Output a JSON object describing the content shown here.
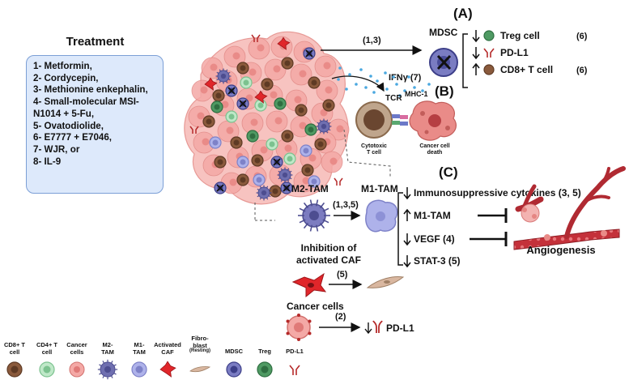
{
  "treatment": {
    "title": "Treatment",
    "items": [
      "1- Metformin,",
      "2- Cordycepin,",
      "3- Methionine enkephalin,",
      "4- Small-molecular MSI-",
      "N1014 + 5-Fu,",
      "5- Ovatodiolide,",
      "6- E7777 + E7046,",
      "7- WJR, or",
      "8- IL-9"
    ]
  },
  "panel_a": {
    "label": "(A)",
    "arrow_label": "(1,3)",
    "cell": "MDSC",
    "effects": [
      {
        "direction": "down",
        "text": "Treg cell",
        "ref": "(6)"
      },
      {
        "direction": "down",
        "text": "PD-L1",
        "ref": ""
      },
      {
        "direction": "up",
        "text": "CD8+ T cell",
        "ref": "(6)"
      }
    ]
  },
  "panel_b": {
    "label": "(B)",
    "ifn_label": "IFNγ (7)",
    "tcr": "TCR",
    "mhc": "MHC-1",
    "tcell_caption": [
      "Cytotoxic",
      "T cell"
    ],
    "death_caption": [
      "Cancer cell",
      "death"
    ]
  },
  "panel_c": {
    "label": "(C)",
    "m2": "M2-TAM",
    "m1": "M1-TAM",
    "macro_ref": "(1,3,5)",
    "effects": [
      {
        "direction": "down",
        "text": "Immunosuppressive cytokines (3, 5)"
      },
      {
        "direction": "up",
        "text": "M1-TAM"
      },
      {
        "direction": "down",
        "text": "VEGF (4)"
      },
      {
        "direction": "down",
        "text": "STAT-3 (5)"
      }
    ],
    "angiogenesis": "Angiogenesis",
    "caf_title": [
      "Inhibition of",
      "activated CAF"
    ],
    "caf_ref": "(5)",
    "cancer_title": "Cancer cells",
    "cancer_ref": "(2)",
    "cancer_effect": "PD-L1"
  },
  "legend": [
    {
      "name": "CD8+ T cell",
      "lines": [
        "CD8+ T",
        "cell"
      ]
    },
    {
      "name": "CD4+ T cell",
      "lines": [
        "CD4+ T",
        "cell"
      ]
    },
    {
      "name": "Cancer cells",
      "lines": [
        "Cancer",
        "cells"
      ]
    },
    {
      "name": "M2-TAM",
      "lines": [
        "M2-",
        "TAM"
      ]
    },
    {
      "name": "M1-TAM",
      "lines": [
        "M1-",
        "TAM"
      ]
    },
    {
      "name": "Activated CAF",
      "lines": [
        "Activated",
        "CAF"
      ]
    },
    {
      "name": "Fibroblast (Resting)",
      "lines": [
        "Fibro-",
        "blast",
        "(Resting)"
      ]
    },
    {
      "name": "MDSC",
      "lines": [
        "MDSC"
      ]
    },
    {
      "name": "Treg",
      "lines": [
        "Treg"
      ]
    },
    {
      "name": "PD-L1",
      "lines": [
        "PD-L1"
      ]
    }
  ],
  "colors": {
    "tumor": "#f4a9a6",
    "cd8": "#8a5a3c",
    "cd4": "#a6dcb3",
    "treg": "#4f9a63",
    "m2": "#6f6fb0",
    "m1": "#aeb2ea",
    "caf": "#e0262a",
    "fibroblast": "#d9b7a0",
    "mdsc": "#4a4d9a",
    "pdl1": "#b52a2a",
    "panel": "#dde9fb"
  }
}
